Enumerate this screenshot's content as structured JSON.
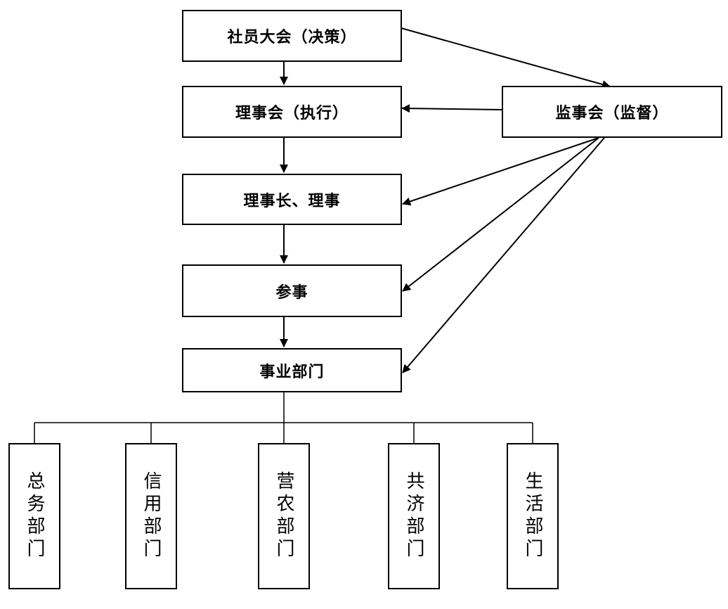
{
  "diagram": {
    "nodes": [
      {
        "id": "assembly",
        "label": "社员大会（决策）"
      },
      {
        "id": "board",
        "label": "理事会（执行）"
      },
      {
        "id": "supervisory",
        "label": "监事会（监督）"
      },
      {
        "id": "directors",
        "label": "理事长、理事"
      },
      {
        "id": "counselors",
        "label": "参事"
      },
      {
        "id": "business",
        "label": "事业部门"
      }
    ],
    "departments": [
      {
        "id": "general-affairs",
        "label": "总务部门"
      },
      {
        "id": "credit",
        "label": "信用部门"
      },
      {
        "id": "farming",
        "label": "营农部门"
      },
      {
        "id": "mutual-aid",
        "label": "共济部门"
      },
      {
        "id": "living",
        "label": "生活部门"
      }
    ],
    "edges": [
      {
        "from": "assembly",
        "to": "board"
      },
      {
        "from": "board",
        "to": "directors"
      },
      {
        "from": "directors",
        "to": "counselors"
      },
      {
        "from": "counselors",
        "to": "business"
      },
      {
        "from": "assembly",
        "to": "supervisory"
      },
      {
        "from": "supervisory",
        "to": "board"
      },
      {
        "from": "supervisory",
        "to": "directors"
      },
      {
        "from": "supervisory",
        "to": "counselors"
      },
      {
        "from": "supervisory",
        "to": "business"
      },
      {
        "from": "business",
        "to": "general-affairs",
        "arrow": false
      },
      {
        "from": "business",
        "to": "credit",
        "arrow": false
      },
      {
        "from": "business",
        "to": "farming",
        "arrow": false
      },
      {
        "from": "business",
        "to": "mutual-aid",
        "arrow": false
      },
      {
        "from": "business",
        "to": "living",
        "arrow": false
      }
    ]
  }
}
